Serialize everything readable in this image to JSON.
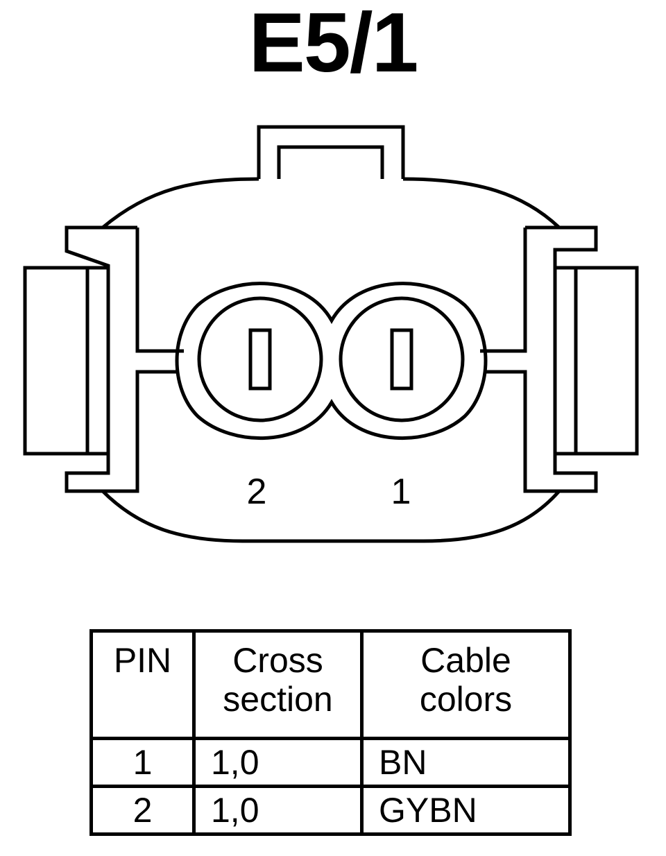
{
  "title": "E5/1",
  "connector": {
    "pin_labels": [
      "2",
      "1"
    ]
  },
  "table": {
    "headers": {
      "pin": "PIN",
      "cross_section": [
        "Cross",
        "section"
      ],
      "cable_colors": [
        "Cable",
        "colors"
      ]
    },
    "rows": [
      {
        "pin": "1",
        "cross_section": "1,0",
        "cable_color": "BN"
      },
      {
        "pin": "2",
        "cross_section": "1,0",
        "cable_color": "GYBN"
      }
    ]
  }
}
